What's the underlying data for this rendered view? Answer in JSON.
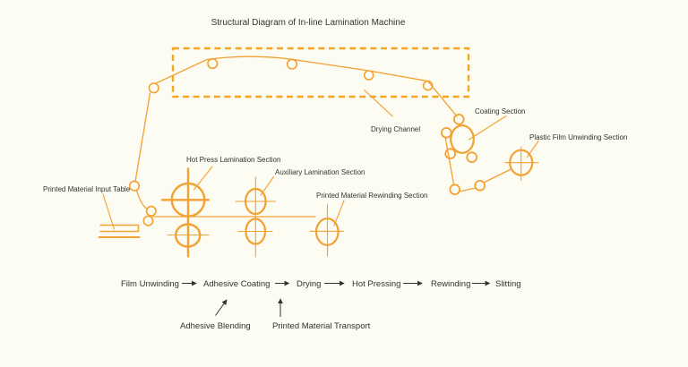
{
  "title": "Structural Diagram of In-line Lamination Machine",
  "colors": {
    "accent": "#F2A133",
    "accent_bright": "#F5A623",
    "ink": "#333333",
    "background": "#FCFCF2"
  },
  "labels": {
    "input_table": "Printed Material Input Table",
    "hot_press": "Hot Press Lamination Section",
    "auxiliary": "Auxiliary Lamination Section",
    "rewinding": "Printed Material Rewinding Section",
    "drying_channel": "Drying Channel",
    "coating": "Coating Section",
    "film_unwinding": "Plastic Film Unwinding Section"
  },
  "process_flow": {
    "steps": [
      "Film Unwinding",
      "Adhesive Coating",
      "Drying",
      "Hot Pressing",
      "Rewinding",
      "Slitting"
    ],
    "annotations": [
      "Adhesive Blending",
      "Printed Material Transport"
    ]
  }
}
